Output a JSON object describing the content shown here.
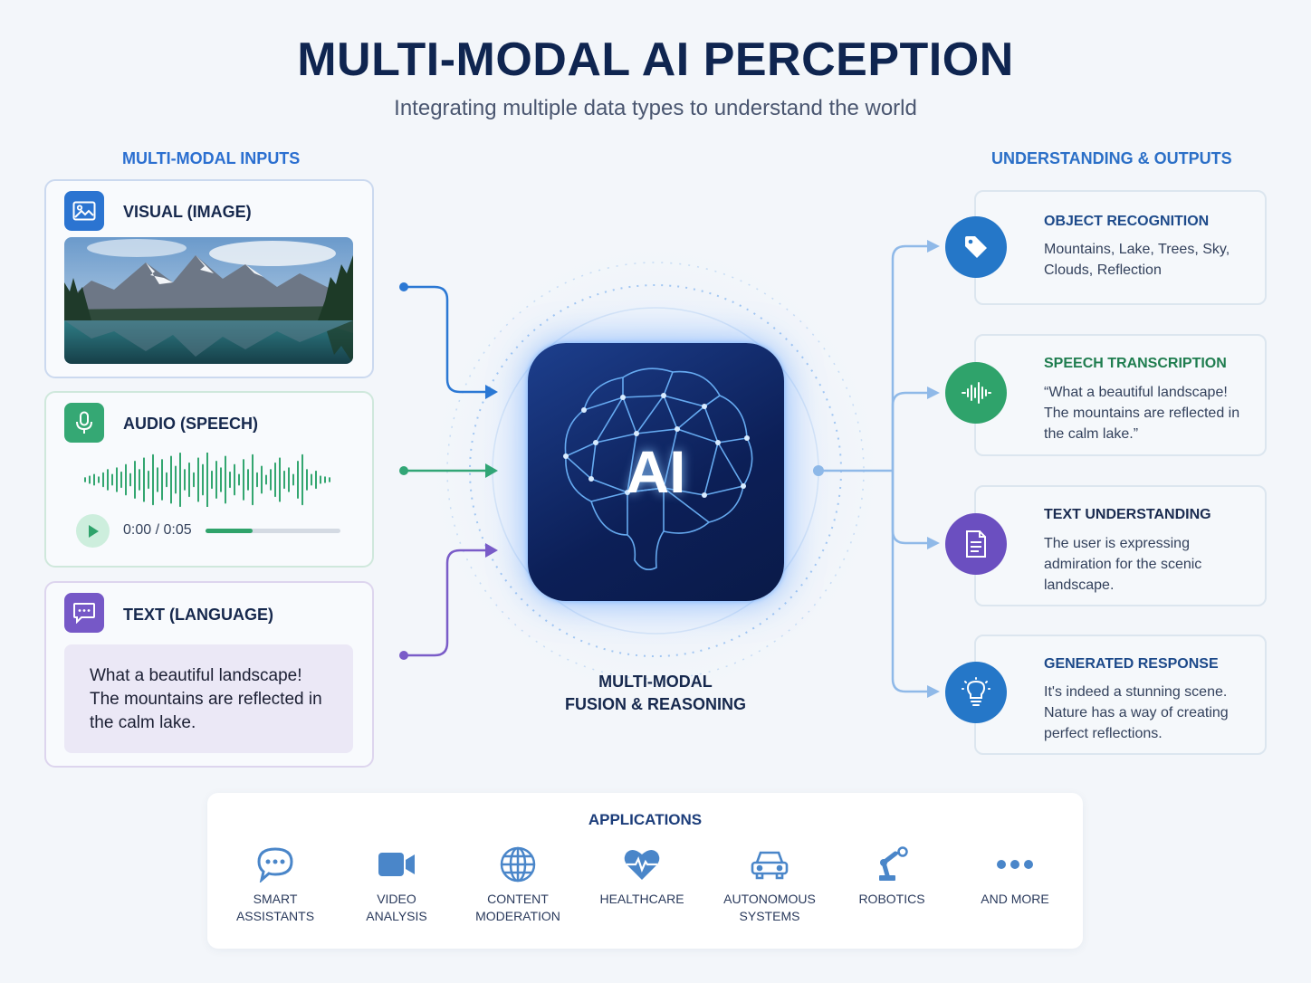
{
  "header": {
    "title": "MULTI-MODAL AI PERCEPTION",
    "subtitle": "Integrating multiple data types to understand the world"
  },
  "inputs": {
    "heading": "MULTI-MODAL INPUTS",
    "visual": {
      "label": "VISUAL (IMAGE)",
      "icon": "image-icon"
    },
    "audio": {
      "label": "AUDIO (SPEECH)",
      "icon": "microphone-icon",
      "time": "0:00 / 0:05",
      "progress": 0.35
    },
    "text": {
      "label": "TEXT (LANGUAGE)",
      "icon": "chat-icon",
      "content": "What a beautiful landscape! The mountains are reflected in the calm lake."
    }
  },
  "center": {
    "badge": "AI",
    "label_line1": "MULTI-MODAL",
    "label_line2": "FUSION & REASONING",
    "icon": "brain-icon"
  },
  "outputs": {
    "heading": "UNDERSTANDING & OUTPUTS",
    "items": [
      {
        "title": "OBJECT RECOGNITION",
        "desc": "Mountains, Lake, Trees, Sky, Clouds, Reflection",
        "icon": "tag-icon",
        "color": "#2577c8"
      },
      {
        "title": "SPEECH TRANSCRIPTION",
        "desc": "“What a beautiful landscape! The mountains are reflected in the calm lake.”",
        "icon": "waveform-icon",
        "color": "#2fa36b"
      },
      {
        "title": "TEXT UNDERSTANDING",
        "desc": "The user is expressing admiration for the scenic landscape.",
        "icon": "document-icon",
        "color": "#6b4fc0"
      },
      {
        "title": "GENERATED RESPONSE",
        "desc": "It's indeed a stunning scene. Nature has a way of creating perfect reflections.",
        "icon": "lightbulb-icon",
        "color": "#2577c8"
      }
    ]
  },
  "applications": {
    "title": "APPLICATIONS",
    "items": [
      {
        "line1": "SMART",
        "line2": "ASSISTANTS",
        "icon": "chat-bubble-icon"
      },
      {
        "line1": "VIDEO",
        "line2": "ANALYSIS",
        "icon": "video-camera-icon"
      },
      {
        "line1": "CONTENT",
        "line2": "MODERATION",
        "icon": "globe-icon"
      },
      {
        "line1": "HEALTHCARE",
        "line2": "",
        "icon": "heart-pulse-icon"
      },
      {
        "line1": "AUTONOMOUS",
        "line2": "SYSTEMS",
        "icon": "car-icon"
      },
      {
        "line1": "ROBOTICS",
        "line2": "",
        "icon": "robot-arm-icon"
      },
      {
        "line1": "AND MORE",
        "line2": "",
        "icon": "more-dots-icon"
      }
    ]
  },
  "colors": {
    "blue": "#2577c8",
    "green": "#2fa36b",
    "purple": "#6b4fc0",
    "navy": "#0f2550"
  }
}
